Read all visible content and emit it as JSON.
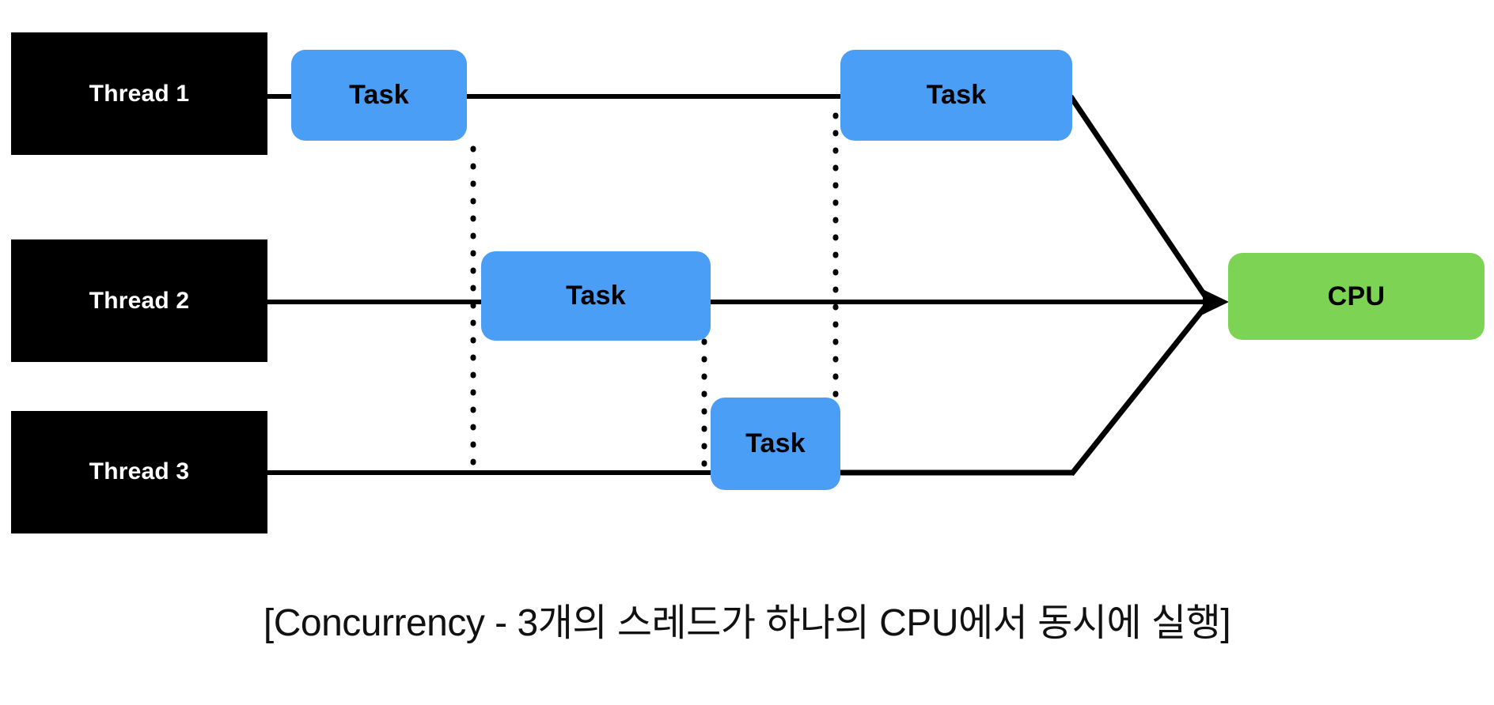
{
  "diagram": {
    "title_caption": "[Concurrency - 3개의 스레드가 하나의 CPU에서 동시에 실행]",
    "colors": {
      "thread_fill": "#000000",
      "thread_text": "#ffffff",
      "task_fill": "#4A9EF5",
      "task_text": "#000000",
      "cpu_fill": "#7DD354",
      "cpu_text": "#000000",
      "line": "#000000",
      "background": "#ffffff"
    },
    "threads": [
      {
        "label": "Thread 1"
      },
      {
        "label": "Thread 2"
      },
      {
        "label": "Thread 3"
      }
    ],
    "tasks": [
      {
        "label": "Task",
        "thread": "Thread 1",
        "slot": 1
      },
      {
        "label": "Task",
        "thread": "Thread 1",
        "slot": 3
      },
      {
        "label": "Task",
        "thread": "Thread 2",
        "slot": 2
      },
      {
        "label": "Task",
        "thread": "Thread 3",
        "slot": 3
      }
    ],
    "cpu": {
      "label": "CPU"
    }
  }
}
